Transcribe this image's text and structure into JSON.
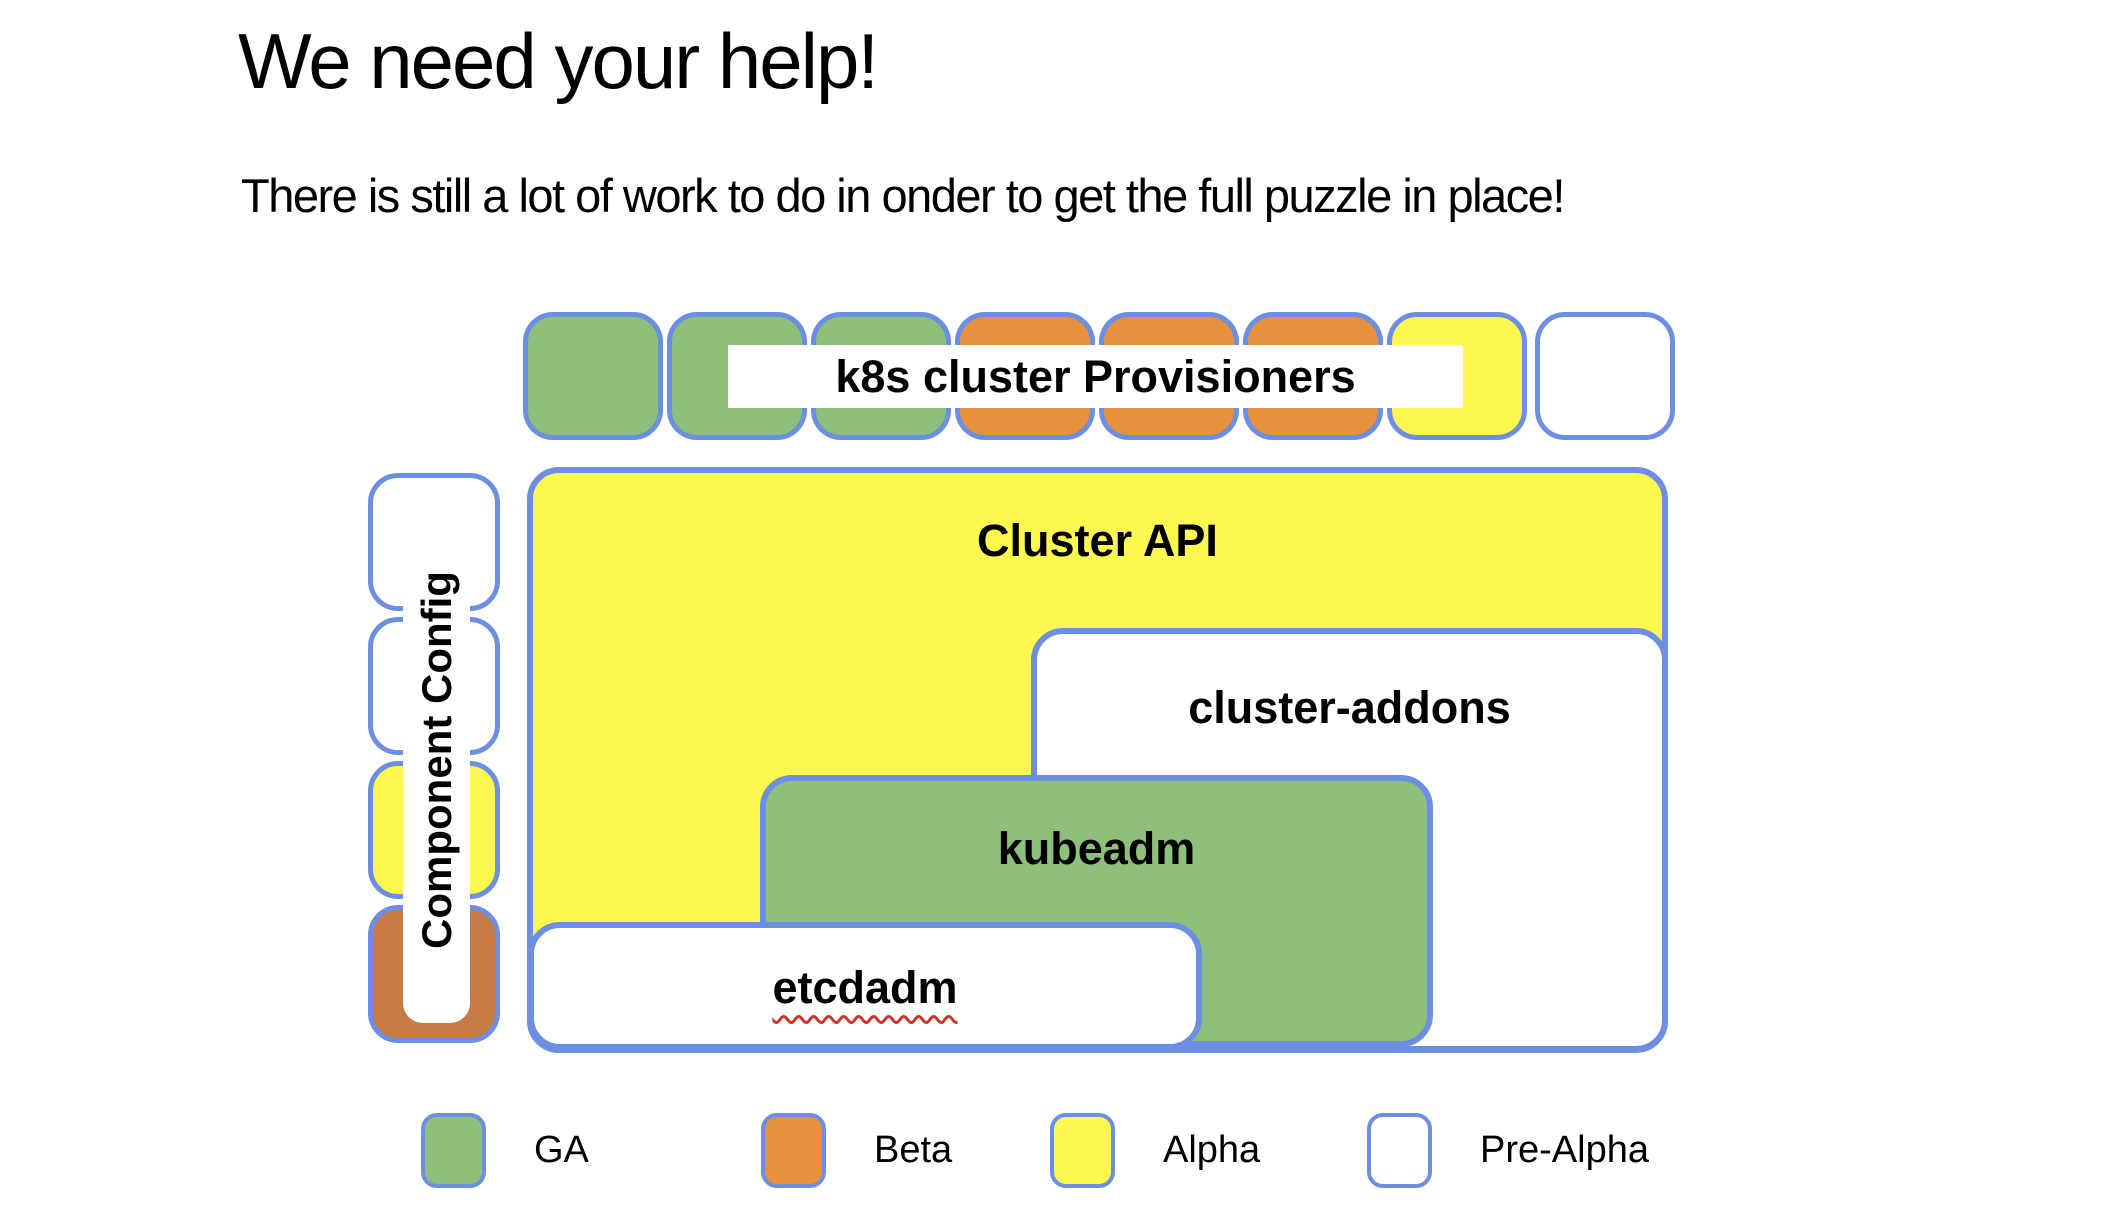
{
  "page": {
    "title": "We need your help!",
    "subtitle": "There is still a lot of work to do in onder to get the full puzzle in place!"
  },
  "diagram": {
    "provisioners_row": {
      "label": "k8s cluster Provisioners",
      "squares": [
        "GA",
        "GA",
        "GA",
        "Beta",
        "Beta",
        "Beta",
        "Alpha",
        "Pre-Alpha"
      ]
    },
    "component_config": {
      "label": "Component Config",
      "squares": [
        "Pre-Alpha",
        "Pre-Alpha",
        "Alpha",
        "Beta (dark)"
      ]
    },
    "boxes": {
      "cluster_api": {
        "label": "Cluster API",
        "status": "Alpha"
      },
      "cluster_addons": {
        "label": "cluster-addons",
        "status": "Pre-Alpha"
      },
      "kubeadm": {
        "label": "kubeadm",
        "status": "GA"
      },
      "etcdadm": {
        "label": "etcdadm",
        "status": "Pre-Alpha",
        "spellcheck_underline": true
      }
    }
  },
  "legend": {
    "items": [
      {
        "label": "GA",
        "color": "#8EC07C"
      },
      {
        "label": "Beta",
        "color": "#E6913C"
      },
      {
        "label": "Alpha",
        "color": "#FCF850"
      },
      {
        "label": "Pre-Alpha",
        "color": "#FFFFFF"
      }
    ]
  },
  "colors": {
    "border_blue": "#6C8FE4",
    "ga_green": "#8EC07C",
    "beta_orange": "#E6913C",
    "beta_dark_orange": "#C87B45",
    "alpha_yellow": "#FCF850",
    "prealpha_white": "#FFFFFF",
    "squiggle_red": "#CE342C",
    "text_black": "#000000"
  }
}
